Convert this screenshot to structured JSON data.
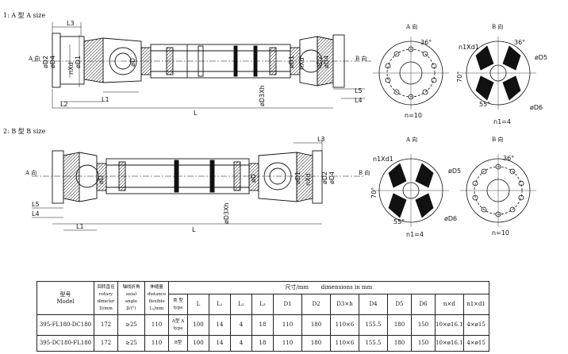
{
  "section_a": {
    "label": "1: A 型 A size",
    "view_a": "A 向",
    "view_b": "B 向",
    "dir_a": "A 向",
    "dir_b": "B 向"
  },
  "section_b": {
    "label": "2: B 型 B size",
    "view_a": "A 向",
    "view_b": "B 向",
    "dir_a": "A 向",
    "dir_b": "B 向"
  },
  "dims_a": {
    "L3": "L3",
    "D2": "øD2",
    "D4": "øD4",
    "nxd": "nXd",
    "D1": "øD1",
    "L1": "L1",
    "L2": "L2",
    "L": "L",
    "D3xh": "øD3Xh",
    "D": "øD",
    "L5": "L5",
    "L4": "L4",
    "D1b": "øD1",
    "nxdb": "nXd",
    "D2b": "øD2",
    "D4b": "øD4"
  },
  "dims_b": {
    "L3": "L3",
    "D": "øD",
    "L5": "L5",
    "L4": "L4",
    "L1": "L1",
    "D3xh": "øD3Xh",
    "L": "L",
    "Dm": "øD",
    "D1": "øD1",
    "nxd": "nXd",
    "D2": "øD2",
    "D4": "øD4"
  },
  "flange_a": {
    "angle": "36°",
    "n": "n=10"
  },
  "flange_b_a": {
    "n1xd1": "n1Xd1",
    "D5": "øD5",
    "a70": "70°",
    "a55": "55°",
    "D6": "øD6",
    "n1": "n1=4",
    "a36": "36°"
  },
  "flange_b2_a": {
    "n1xd1": "n1Xd1",
    "D5": "øD5",
    "a70": "70°",
    "a55": "55°",
    "D6": "øD6",
    "n1": "n1=4"
  },
  "flange_b2_b": {
    "angle": "36°",
    "n": "n=10"
  },
  "table": {
    "h_model_cn": "型号",
    "h_model_en": "Model",
    "h_rot_cn": "回转直径",
    "h_rot_en1": "rotary",
    "h_rot_en2": "dimeter",
    "h_rot_unit": "D/mm",
    "h_ang_cn": "轴线折角",
    "h_ang_en1": "axial",
    "h_ang_en2": "angle",
    "h_ang_unit": "β/(°)",
    "h_dist_cn": "伸缩量",
    "h_dist_en1": "distance",
    "h_dist_en2": "flexible",
    "h_dist_unit": "Lₛ/mm",
    "h_dims_cn": "尺寸/mm",
    "h_dims_en": "dimensions in mm",
    "h_type_cn": "类 型",
    "h_type_en": "type",
    "cols": [
      "L",
      "L₁",
      "L₂",
      "L₃",
      "D1",
      "D2",
      "D3×h",
      "D4",
      "D5",
      "D6",
      "n×d",
      "n1×d1"
    ],
    "rows": [
      {
        "model": "395-FL180-DC180",
        "D": "172",
        "beta": "≥25",
        "ls": "110",
        "type": "A型 A type",
        "vals": [
          "100",
          "14",
          "4",
          "18",
          "110",
          "180",
          "110×6",
          "155.5",
          "180",
          "150",
          "10×ø16.1",
          "4×ø15"
        ]
      },
      {
        "model": "395-DC180-FL180",
        "D": "172",
        "beta": "≥25",
        "ls": "110",
        "type": "B型",
        "vals": [
          "100",
          "14",
          "4",
          "18",
          "110",
          "180",
          "110×6",
          "155.5",
          "180",
          "150",
          "10×ø16.1",
          "4×ø15"
        ]
      }
    ]
  }
}
